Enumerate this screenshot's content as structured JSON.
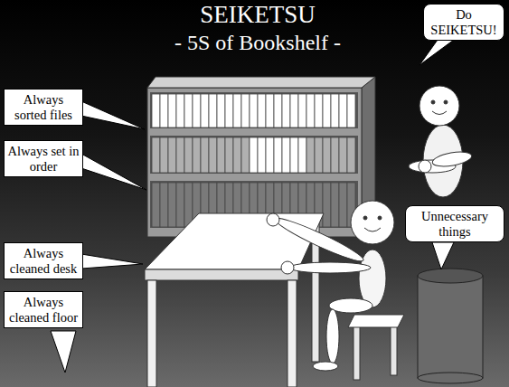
{
  "diagram": {
    "title": "SEIKETSU",
    "nodes": [
      {
        "text": [
          "Always sorted files"
        ]
      },
      {
        "text": [
          "Always set in order"
        ]
      },
      {
        "text": [
          "Always cleaned desk"
        ]
      },
      {
        "text": [
          "Always cleaned floor"
        ]
      },
      {
        "text": [
          "Do SEIKETSU!"
        ]
      },
      {
        "text": [
          "Unnecessary things"
        ]
      }
    ],
    "labels": [
      "- 5S of Bookshelf -"
    ]
  }
}
